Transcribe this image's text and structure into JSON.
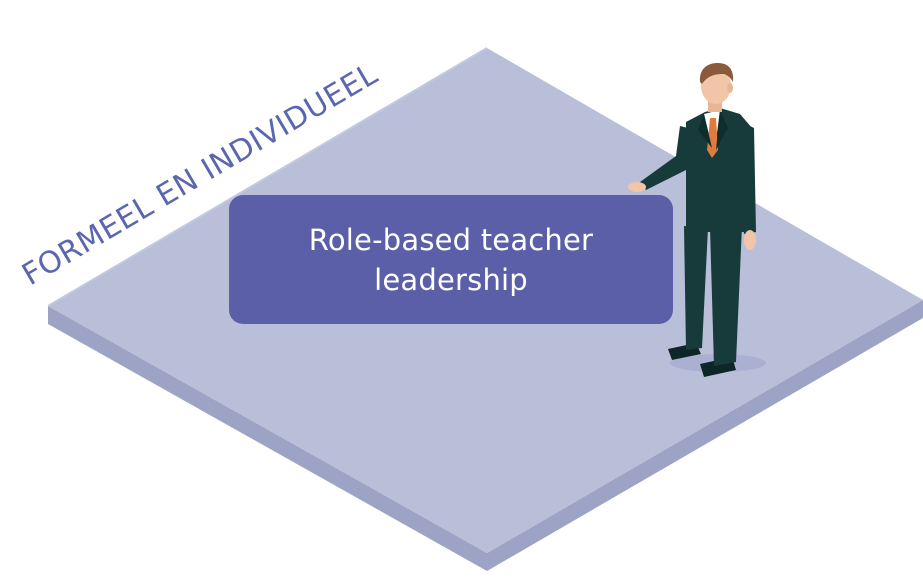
{
  "diagram": {
    "dimension_label": "FORMEEL EN INDIVIDUEEL",
    "role_box": {
      "line1": "Role-based teacher",
      "line2": "leadership"
    },
    "figure": "business-person"
  },
  "colors": {
    "platform_top": "#b9bfd9",
    "platform_side": "#9ca3c4",
    "label_box": "#5b5fa8",
    "label_text": "#ffffff",
    "dimension_text": "#5b66b0",
    "suit": "#173b3a",
    "hair": "#8a5a3b",
    "skin": "#f2c5a8",
    "tie": "#e07a3e"
  }
}
